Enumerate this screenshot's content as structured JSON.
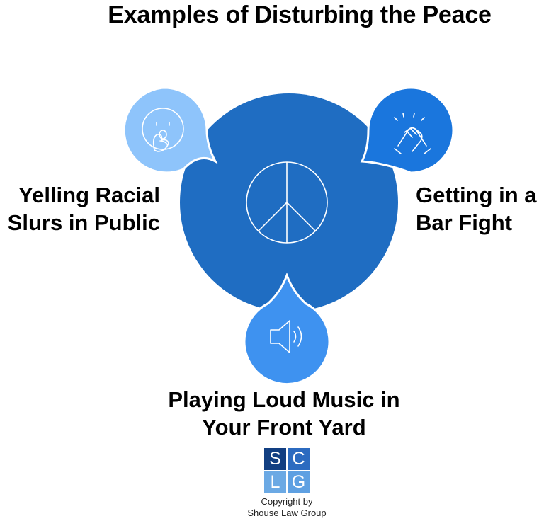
{
  "title": "Examples of Disturbing the Peace",
  "center": {
    "icon": "peace-sign-icon",
    "color": "#1f6dc2"
  },
  "items": [
    {
      "lines": [
        "Yelling Racial",
        "Slurs in Public"
      ],
      "icon": "shocked-face-icon",
      "color": "#8ec4fb"
    },
    {
      "lines": [
        "Getting in a",
        "Bar Fight"
      ],
      "icon": "fist-bump-icon",
      "color": "#1a76dd"
    },
    {
      "lines": [
        "Playing Loud Music in",
        "Your Front Yard"
      ],
      "icon": "speaker-sound-icon",
      "color": "#3e92f0"
    }
  ],
  "logo": {
    "letters": [
      "S",
      "C",
      "L",
      "G"
    ]
  },
  "copyright": [
    "Copyright by",
    "Shouse Law Group"
  ]
}
